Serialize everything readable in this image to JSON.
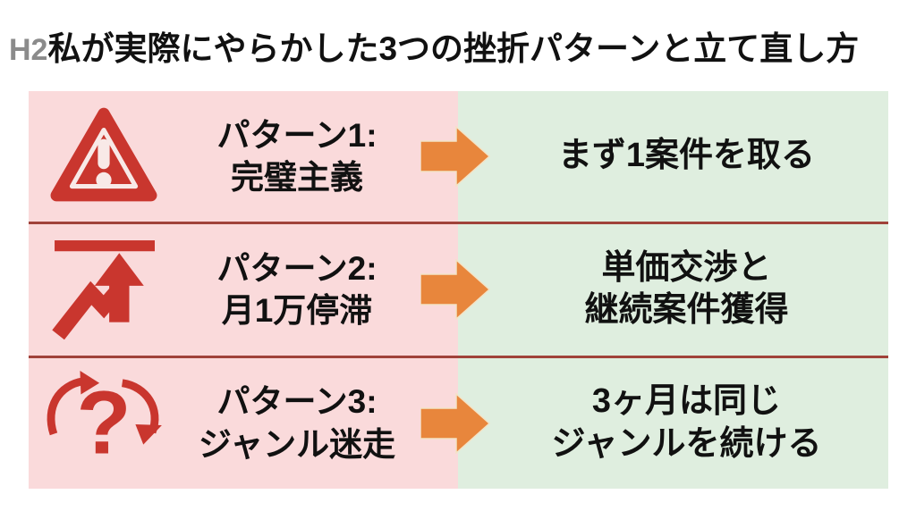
{
  "title": {
    "tag": "H2",
    "text": "私が実際にやらかした3つの挫折パターンと立て直し方"
  },
  "colors": {
    "pattern_bg": "#fadadb",
    "solution_bg": "#dfeedf",
    "divider_red": "#a0423a",
    "arrow_orange": "#e8863c",
    "icon_red": "#c9362e",
    "tag_gray": "#8b8b8b",
    "text_black": "#111111"
  },
  "icons": {
    "question_glyph": "?"
  },
  "rows": [
    {
      "icon": "warning-triangle-icon",
      "pattern": {
        "line1": "パターン1:",
        "line2": "完璧主義"
      },
      "solution": {
        "line1": "まず1案件を取る",
        "line2": ""
      }
    },
    {
      "icon": "growth-ceiling-arrow-icon",
      "pattern": {
        "line1": "パターン2:",
        "line2": "月1万停滞"
      },
      "solution": {
        "line1": "単価交渉と",
        "line2": "継続案件獲得"
      }
    },
    {
      "icon": "confused-question-icon",
      "pattern": {
        "line1": "パターン3:",
        "line2": "ジャンル迷走"
      },
      "solution": {
        "line1": "3ヶ月は同じ",
        "line2": "ジャンルを続ける"
      }
    }
  ]
}
